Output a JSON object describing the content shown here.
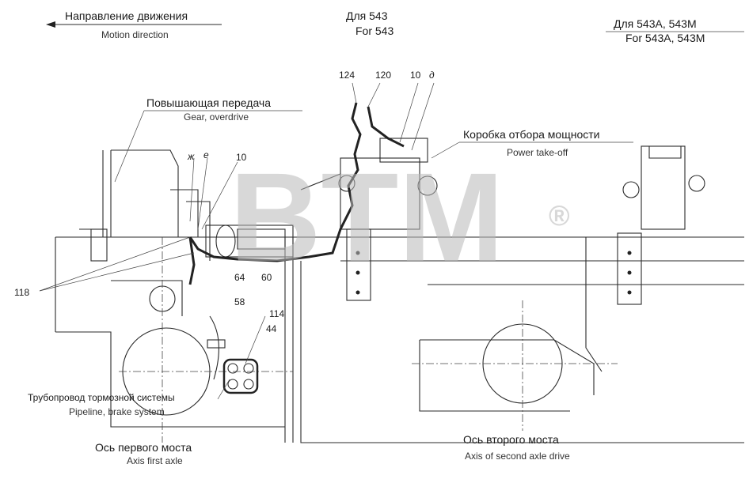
{
  "labels": {
    "motion_ru": "Направление движения",
    "motion_en": "Motion direction",
    "for543_ru": "Для 543",
    "for543_en": "For  543",
    "for543a_ru": "Для 543А, 543М",
    "for543a_en": "For  543А, 543М",
    "gear_ru": "Повышающая передача",
    "gear_en": "Gear, overdrive",
    "pto_ru": "Коробка отбора мощности",
    "pto_en": "Power take-off",
    "brake_ru": "Трубопровод тормозной системы",
    "brake_en": "Pipeline, brake system",
    "axle1_ru": "Ось первого моста",
    "axle1_en": "Axis first axle",
    "axle2_ru": "Ось второго моста",
    "axle2_en": "Axis of second axle drive"
  },
  "callouts": {
    "n124": "124",
    "n120": "120",
    "n10top": "10",
    "d": "д",
    "zh": "ж",
    "e": "е",
    "n10mid": "10",
    "n118": "118",
    "n64": "64",
    "n60": "60",
    "n58": "58",
    "n114": "114",
    "n44": "44"
  },
  "watermark": {
    "text": "BTM",
    "reg": "®"
  }
}
